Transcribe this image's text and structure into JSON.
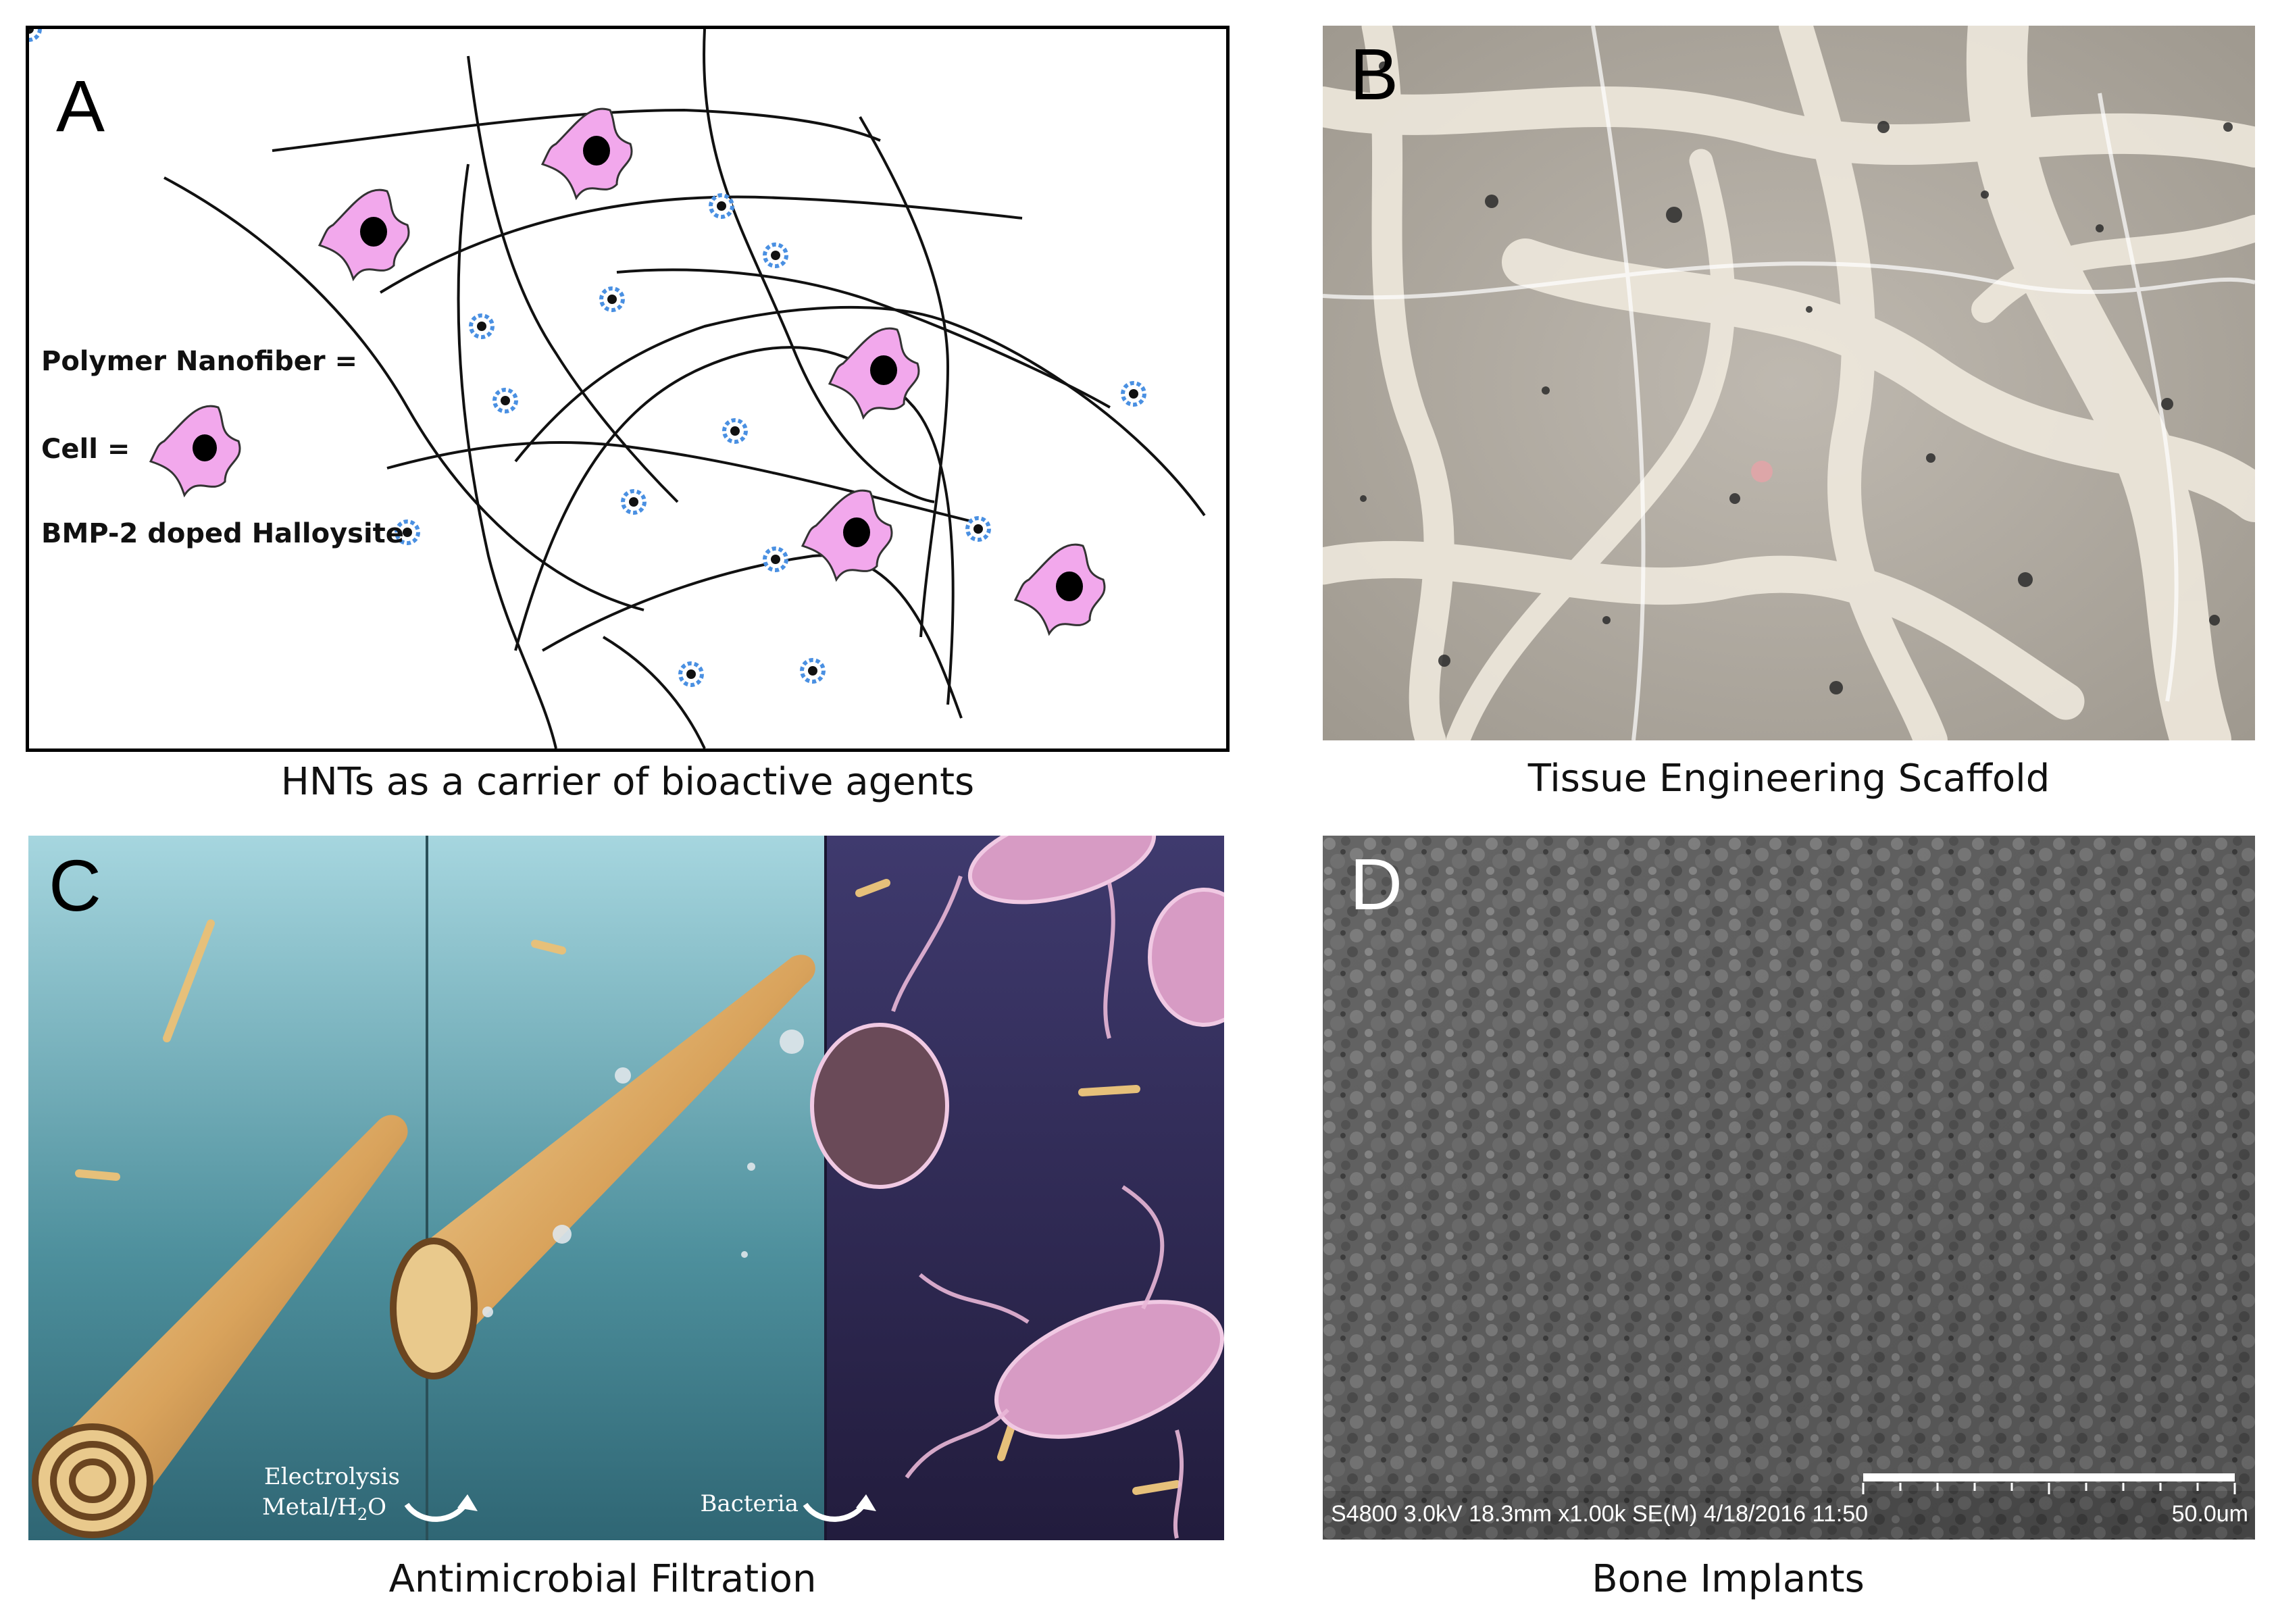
{
  "panels": {
    "a": {
      "letter": "A",
      "legend": {
        "fiber": "Polymer Nanofiber =",
        "cell": "Cell =",
        "halloysite": "BMP-2 doped Halloysite"
      },
      "caption": "HNTs as a carrier of bioactive agents"
    },
    "b": {
      "letter": "B",
      "caption": "Tissue Engineering Scaffold"
    },
    "c": {
      "letter": "C",
      "overlay": {
        "step1_line1": "Electrolysis",
        "step1_line2": "Metal/H",
        "step1_sub": "2",
        "step1_line2_end": "O",
        "step2": "Bacteria"
      },
      "caption": "Antimicrobial Filtration"
    },
    "d": {
      "letter": "D",
      "sem_info": "S4800 3.0kV 18.3mm x1.00k SE(M) 4/18/2016 11:50",
      "scale_label": "50.0um",
      "caption": "Bone Implants"
    }
  },
  "colors": {
    "cell": "#f2a8ec",
    "halloysite": "#4a90e2",
    "scaffold_bg": "#b9b2a8",
    "sem_bg": "#6e6e6e",
    "c_bg": "#3f7f8f",
    "c_dark": "#3a2d5c"
  }
}
